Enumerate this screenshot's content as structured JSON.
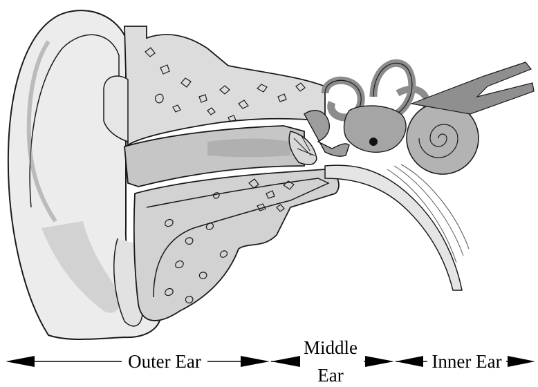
{
  "diagram": {
    "labels": {
      "outer_ear": "Outer Ear",
      "middle_ear_line1": "Middle",
      "middle_ear_line2": "Ear",
      "inner_ear": "Inner Ear"
    },
    "colors": {
      "background": "#ffffff",
      "skin_light": "#ececec",
      "skin_mid": "#d2d2d2",
      "tissue": "#bdbdbd",
      "bone": "#dcdcdc",
      "canal_highlight": "#b9b9b9",
      "ossicles": "#9d9d9d",
      "cochlea": "#a9a9a9",
      "nerve": "#8f8f8f",
      "outline": "#1a1a1a"
    }
  }
}
